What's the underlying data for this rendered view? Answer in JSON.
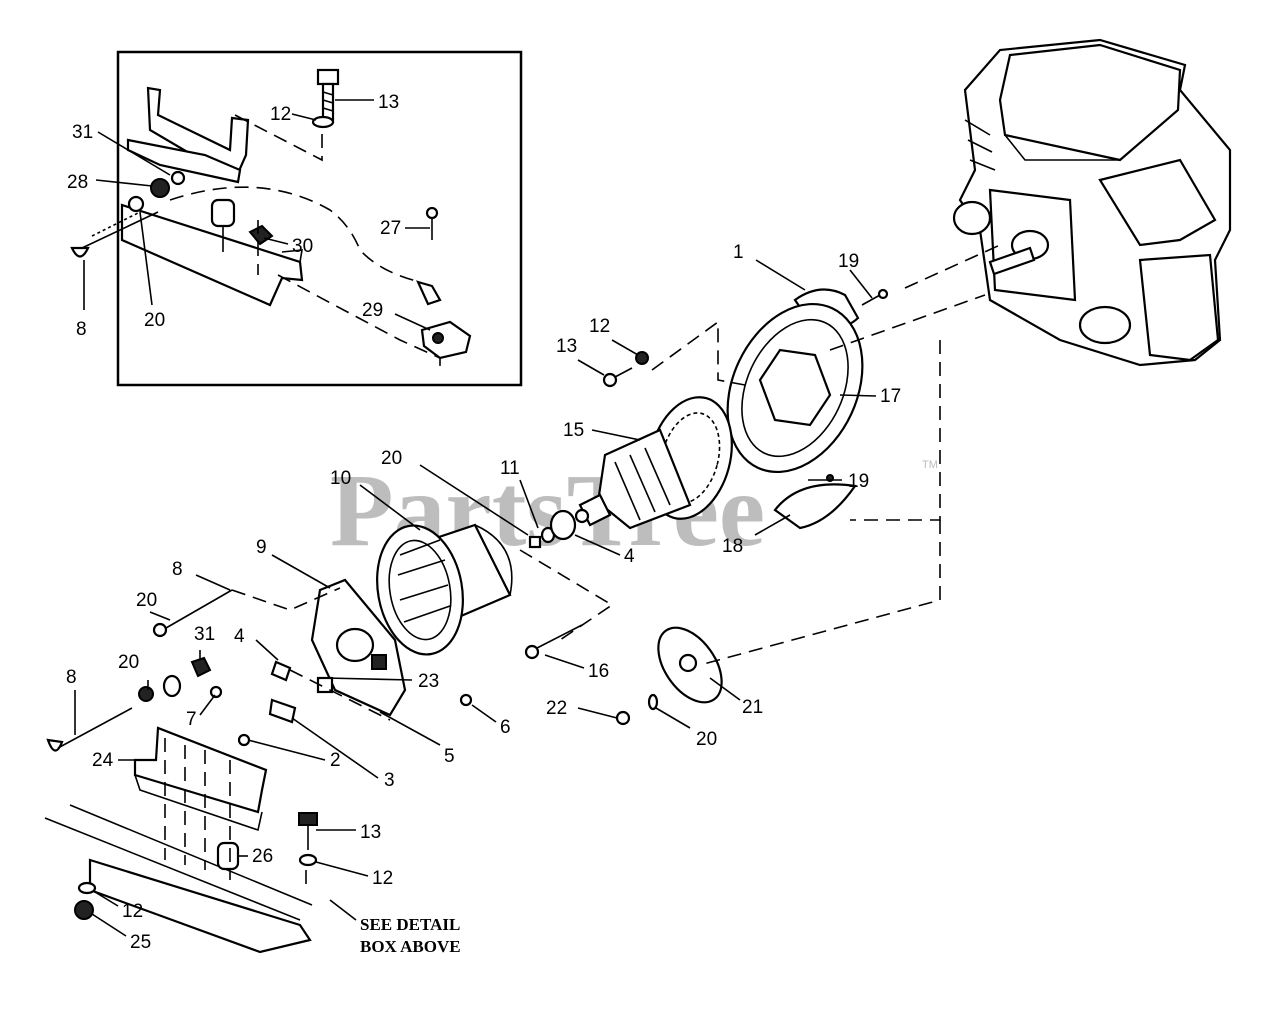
{
  "watermark": {
    "text": "PartsTree",
    "trademark": "TM"
  },
  "note": {
    "line1": "SEE DETAIL",
    "line2": "BOX ABOVE"
  },
  "callouts": {
    "c1": "1",
    "c19a": "19",
    "c12a": "12",
    "c13a": "13",
    "c17": "17",
    "c15": "15",
    "c20a": "20",
    "c10": "10",
    "c11": "11",
    "c19b": "19",
    "c4a": "4",
    "c18": "18",
    "c9": "9",
    "c8a": "8",
    "c20b": "20",
    "c31a": "31",
    "c4b": "4",
    "c20c": "20",
    "c8b": "8",
    "c23": "23",
    "c16": "16",
    "c6": "6",
    "c5": "5",
    "c7": "7",
    "c2": "2",
    "c3": "3",
    "c24": "24",
    "c22": "22",
    "c20d": "20",
    "c21": "21",
    "c13b": "13",
    "c26": "26",
    "c12b": "12",
    "c12c": "12",
    "c25": "25",
    "d13": "13",
    "d12": "12",
    "d31": "31",
    "d28": "28",
    "d27": "27",
    "d30": "30",
    "d29": "29",
    "d8": "8",
    "d20": "20"
  }
}
